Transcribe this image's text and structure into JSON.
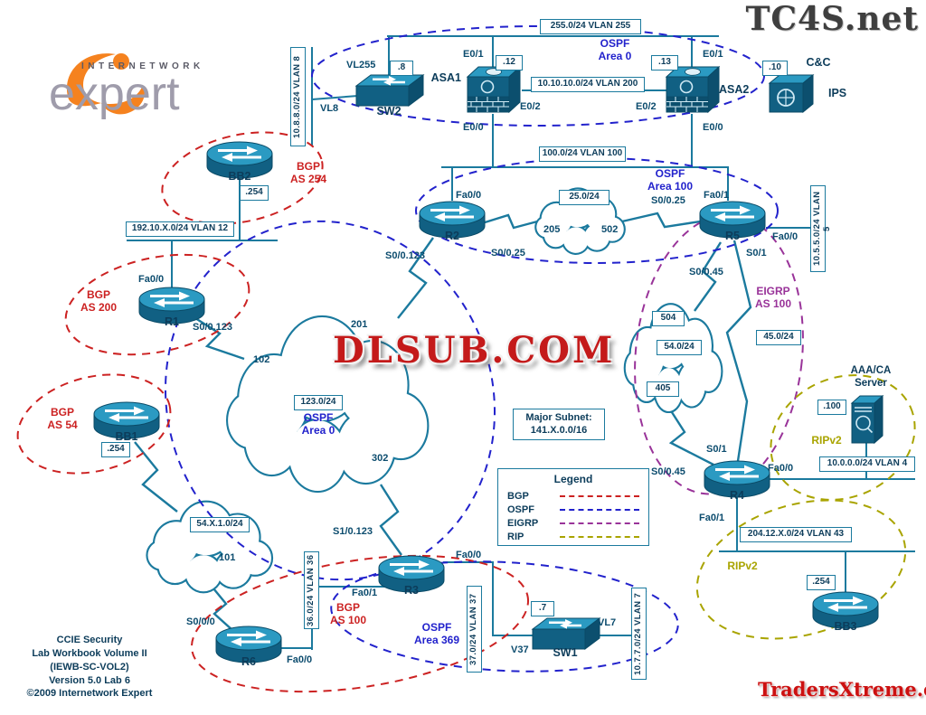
{
  "watermarks": {
    "top_right": "TC4S.net",
    "center": "DLSUB.COM",
    "bottom_right": "TradersXtreme.com"
  },
  "logo": {
    "top": "INTERNETWORK",
    "main": "expert"
  },
  "footer": {
    "line1": "CCIE Security",
    "line2": "Lab Workbook Volume II",
    "line3": "(IEWB-SC-VOL2)",
    "line4": "Version 5.0 Lab 6",
    "line5": "©2009 Internetwork Expert"
  },
  "devices": {
    "sw2": "SW2",
    "asa1": "ASA1",
    "asa2": "ASA2",
    "cc": "C&C",
    "ips": "IPS",
    "bb2": "BB2",
    "r1": "R1",
    "r2": "R2",
    "r5": "R5",
    "bb1": "BB1",
    "r3": "R3",
    "r4": "R4",
    "r6": "R6",
    "sw1": "SW1",
    "bb3": "BB3",
    "aaa_line1": "AAA/CA",
    "aaa_line2": "Server"
  },
  "subnets": {
    "vlan255": "255.0/24 VLAN 255",
    "vlan8": "10.8.8.0/24 VLAN 8",
    "vlan200": "10.10.10.0/24 VLAN 200",
    "vlan100": "100.0/24 VLAN 100",
    "vlan12": "192.10.X.0/24 VLAN 12",
    "net25": "25.0/24",
    "vlan5": "10.5.5.0/24 VLAN 5",
    "net45": "45.0/24",
    "net54": "54.0/24",
    "net123": "123.0/24",
    "net54x": "54.X.1.0/24",
    "vlan36": "36.0/24 VLAN 36",
    "vlan37": "37.0/24 VLAN 37",
    "vlan7": "10.7.7.0/24 VLAN 7",
    "vlan4": "10.0.0.0/24 VLAN 4",
    "vlan43": "204.12.X.0/24 VLAN 43",
    "major_line1": "Major Subnet:",
    "major_line2": "141.X.0.0/16"
  },
  "addresses": {
    "dot8": ".8",
    "dot12": ".12",
    "dot13": ".13",
    "dot10": ".10",
    "dot254_bb2": ".254",
    "dot254_bb1": ".254",
    "dot254_bb3": ".254",
    "dot100": ".100",
    "dot7": ".7"
  },
  "interfaces": {
    "asa1_e01": "E0/1",
    "asa1_e02": "E0/2",
    "asa1_e00": "E0/0",
    "asa2_e01": "E0/1",
    "asa2_e02": "E0/2",
    "asa2_e00": "E0/0",
    "sw2_vl255": "VL255",
    "sw2_vl8": "VL8",
    "r2_fa00": "Fa0/0",
    "r2_s0025": "S0/0.25",
    "r2_s00123": "S0/0.123",
    "r5_fa01": "Fa0/1",
    "r5_s0025": "S0/0.25",
    "r5_fa00": "Fa0/0",
    "r5_s01": "S0/1",
    "r5_s0045": "S0/0.45",
    "r1_fa00": "Fa0/0",
    "r1_s00123": "S0/0.123",
    "r4_s01": "S0/1",
    "r4_s0045": "S0/0.45",
    "r4_fa00": "Fa0/0",
    "r4_fa01": "Fa0/1",
    "r3_s10123": "S1/0.123",
    "r3_fa00": "Fa0/0",
    "r3_fa01": "Fa0/1",
    "r6_s000": "S0/0/0",
    "r6_fa00": "Fa0/0",
    "sw1_v37": "V37",
    "sw1_vl7": "VL7"
  },
  "dlci": {
    "d205": "205",
    "d502": "502",
    "d201": "201",
    "d102": "102",
    "d302": "302",
    "d504": "504",
    "d405": "405",
    "d101": "101"
  },
  "protocols": {
    "ospf0_top": {
      "l1": "OSPF",
      "l2": "Area 0"
    },
    "ospf100": {
      "l1": "OSPF",
      "l2": "Area 100"
    },
    "ospf0_mid": {
      "l1": "OSPF",
      "l2": "Area 0"
    },
    "ospf369": {
      "l1": "OSPF",
      "l2": "Area 369"
    },
    "bgp254": {
      "l1": "BGP",
      "l2": "AS 254"
    },
    "bgp200": {
      "l1": "BGP",
      "l2": "AS 200"
    },
    "bgp54": {
      "l1": "BGP",
      "l2": "AS 54"
    },
    "bgp100": {
      "l1": "BGP",
      "l2": "AS 100"
    },
    "eigrp100": {
      "l1": "EIGRP",
      "l2": "AS 100"
    },
    "rip_right": "RIPv2",
    "rip_bottom": "RIPv2"
  },
  "legend": {
    "title": "Legend",
    "items": [
      {
        "label": "BGP",
        "color": "#cc2222"
      },
      {
        "label": "OSPF",
        "color": "#2222cc"
      },
      {
        "label": "EIGRP",
        "color": "#993399"
      },
      {
        "label": "RIP",
        "color": "#a9a400"
      }
    ]
  },
  "colors": {
    "link_teal": "#1b7a9e",
    "text_navy": "#0c3c5a",
    "ospf_blue": "#2222cc",
    "bgp_red": "#cc2222",
    "eigrp_purple": "#993399",
    "rip_gold": "#a9a400"
  }
}
